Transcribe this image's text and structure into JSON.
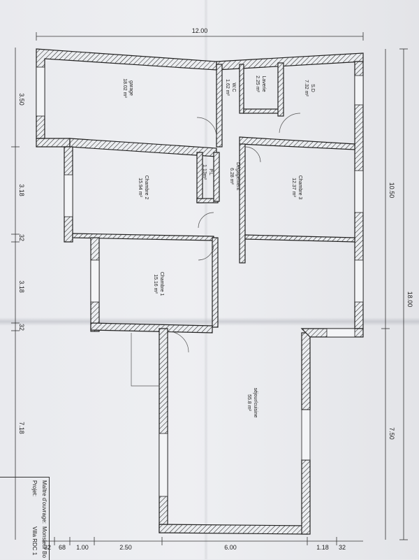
{
  "rooms": {
    "garage": {
      "name": "garage",
      "area": "18.02 m²"
    },
    "wc": {
      "name": "W.C",
      "area": "1.62 m²"
    },
    "laverie": {
      "name": "Laverie",
      "area": "2.25 m²"
    },
    "sd": {
      "name": "S.D",
      "area": "7.32 m²"
    },
    "pl": {
      "name": "P.L",
      "area": "1.13m²"
    },
    "degagement": {
      "name": "Dégagement",
      "area": "6.28 m²"
    },
    "chambre2": {
      "name": "Chambre 2",
      "area": "15.94 m²"
    },
    "chambre3": {
      "name": "Chambre 3",
      "area": "12.37 m²"
    },
    "chambre1": {
      "name": "Chambre 1",
      "area": "15.16 m²"
    },
    "sejour": {
      "name": "séjour/cuisine",
      "area": "55.8 m²"
    }
  },
  "dimensions": {
    "top": "12.00",
    "right_outer": "18.00",
    "right_inner_top": "10.50",
    "right_inner_bottom": "7.50",
    "left_1": "3.50",
    "left_2": "3.18",
    "left_3": "32",
    "left_4": "3.18",
    "left_5": "32",
    "left_6": "7.18",
    "bottom_1": "32",
    "bottom_2": "68",
    "bottom_3": "1.00",
    "bottom_4": "2.50",
    "bottom_5": "6.00",
    "bottom_6": "1.18",
    "bottom_7": "32"
  },
  "titleblock": {
    "projet_label": "Projet:",
    "projet_value": "Villa RDC 1",
    "maitre_label": "Maître d'ouvrage:",
    "maitre_value": "Monsieur Bo"
  },
  "colors": {
    "paper": "#e9eaee",
    "ink": "#222222"
  }
}
